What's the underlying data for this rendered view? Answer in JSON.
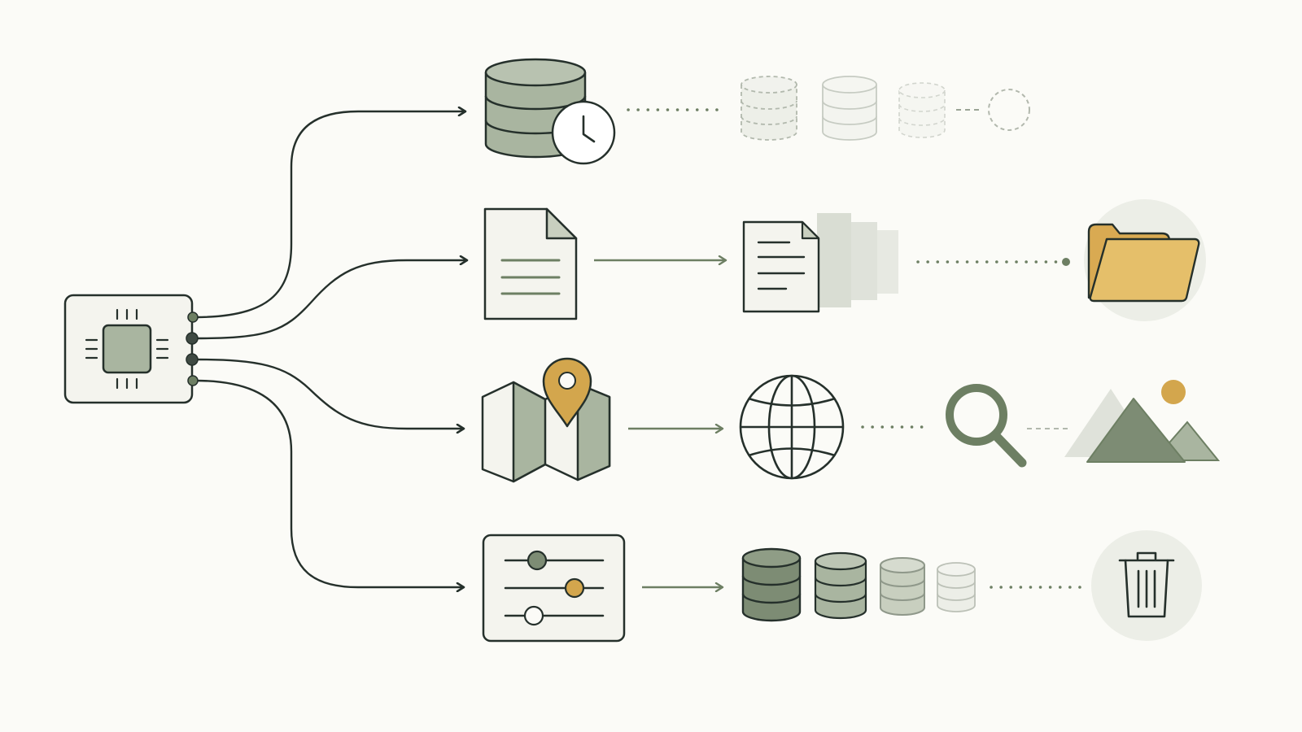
{
  "palette": {
    "background": "#fbfbf7",
    "ink": "#25302b",
    "sage": "#a9b5a0",
    "sage_light": "#c8cfbf",
    "sage_dark": "#7d8c74",
    "card": "#f4f4ee",
    "accent_gold": "#d3a64d",
    "folder_gold": "#e5bf6a",
    "arrow_green": "#6d7f63",
    "ghost": "#b9bfb3",
    "halo": "#eceee7"
  },
  "nodes": {
    "source": {
      "icon": "processor-chip-icon"
    },
    "branches": [
      {
        "name": "backups",
        "icons": [
          "database-clock-icon",
          "faded-database-icon",
          "faded-database-icon",
          "faded-database-icon",
          "empty-circle-icon"
        ]
      },
      {
        "name": "documents",
        "icons": [
          "document-icon",
          "stacked-documents-icon",
          "folder-icon"
        ]
      },
      {
        "name": "locations",
        "icons": [
          "map-pin-icon",
          "globe-icon",
          "search-icon",
          "mountain-image-icon"
        ]
      },
      {
        "name": "settings",
        "icons": [
          "sliders-panel-icon",
          "fading-database-stack-icon",
          "trash-icon"
        ]
      }
    ]
  }
}
